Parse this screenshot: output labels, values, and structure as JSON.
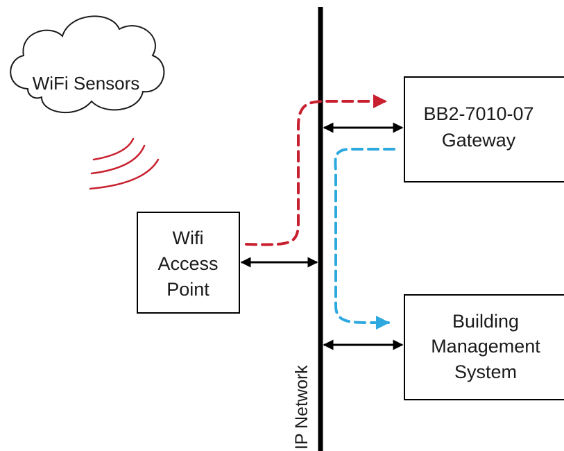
{
  "diagram": {
    "cloud": {
      "label": "WiFi Sensors"
    },
    "access_point": {
      "lines": [
        "Wifi",
        "Access",
        "Point"
      ]
    },
    "gateway": {
      "lines": [
        "BB2-7010-07",
        "Gateway"
      ]
    },
    "bms": {
      "lines": [
        "Building",
        "Management",
        "System"
      ]
    },
    "network": {
      "label": "IP Network"
    },
    "colors": {
      "sensor_flow": "#c8202f",
      "bms_flow": "#2ea9e0",
      "line": "#000000"
    }
  }
}
